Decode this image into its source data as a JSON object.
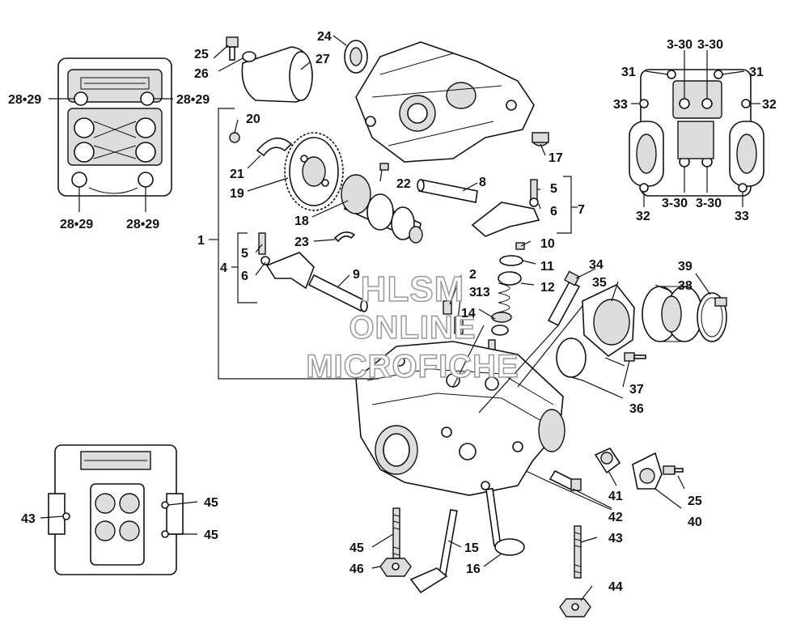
{
  "watermark": {
    "line1": "HLSM",
    "line2": "ONLINE",
    "line3": "MICROFICHE"
  },
  "callouts": {
    "c1": "1",
    "c2": "2",
    "c3": "3",
    "c4": "4",
    "c5a": "5",
    "c5b": "5",
    "c6a": "6",
    "c6b": "6",
    "c7": "7",
    "c8": "8",
    "c9": "9",
    "c10": "10",
    "c11": "11",
    "c12": "12",
    "c13": "13",
    "c14": "14",
    "c15": "15",
    "c16": "16",
    "c17": "17",
    "c18": "18",
    "c19": "19",
    "c20": "20",
    "c21": "21",
    "c22": "22",
    "c23": "23",
    "c24": "24",
    "c25a": "25",
    "c25b": "25",
    "c26": "26",
    "c27": "27",
    "c28_29a": "28•29",
    "c28_29b": "28•29",
    "c28_29c": "28•29",
    "c28_29d": "28•29",
    "c3_30a": "3-30",
    "c3_30b": "3-30",
    "c3_30c": "3-30",
    "c3_30d": "3-30",
    "c31a": "31",
    "c31b": "31",
    "c32a": "32",
    "c32b": "32",
    "c33a": "33",
    "c33b": "33",
    "c34": "34",
    "c35": "35",
    "c36": "36",
    "c37": "37",
    "c38": "38",
    "c39": "39",
    "c40": "40",
    "c41": "41",
    "c42": "42",
    "c43a": "43",
    "c43b": "43",
    "c44": "44",
    "c45a": "45",
    "c45b": "45",
    "c45c": "45",
    "c46": "46"
  }
}
